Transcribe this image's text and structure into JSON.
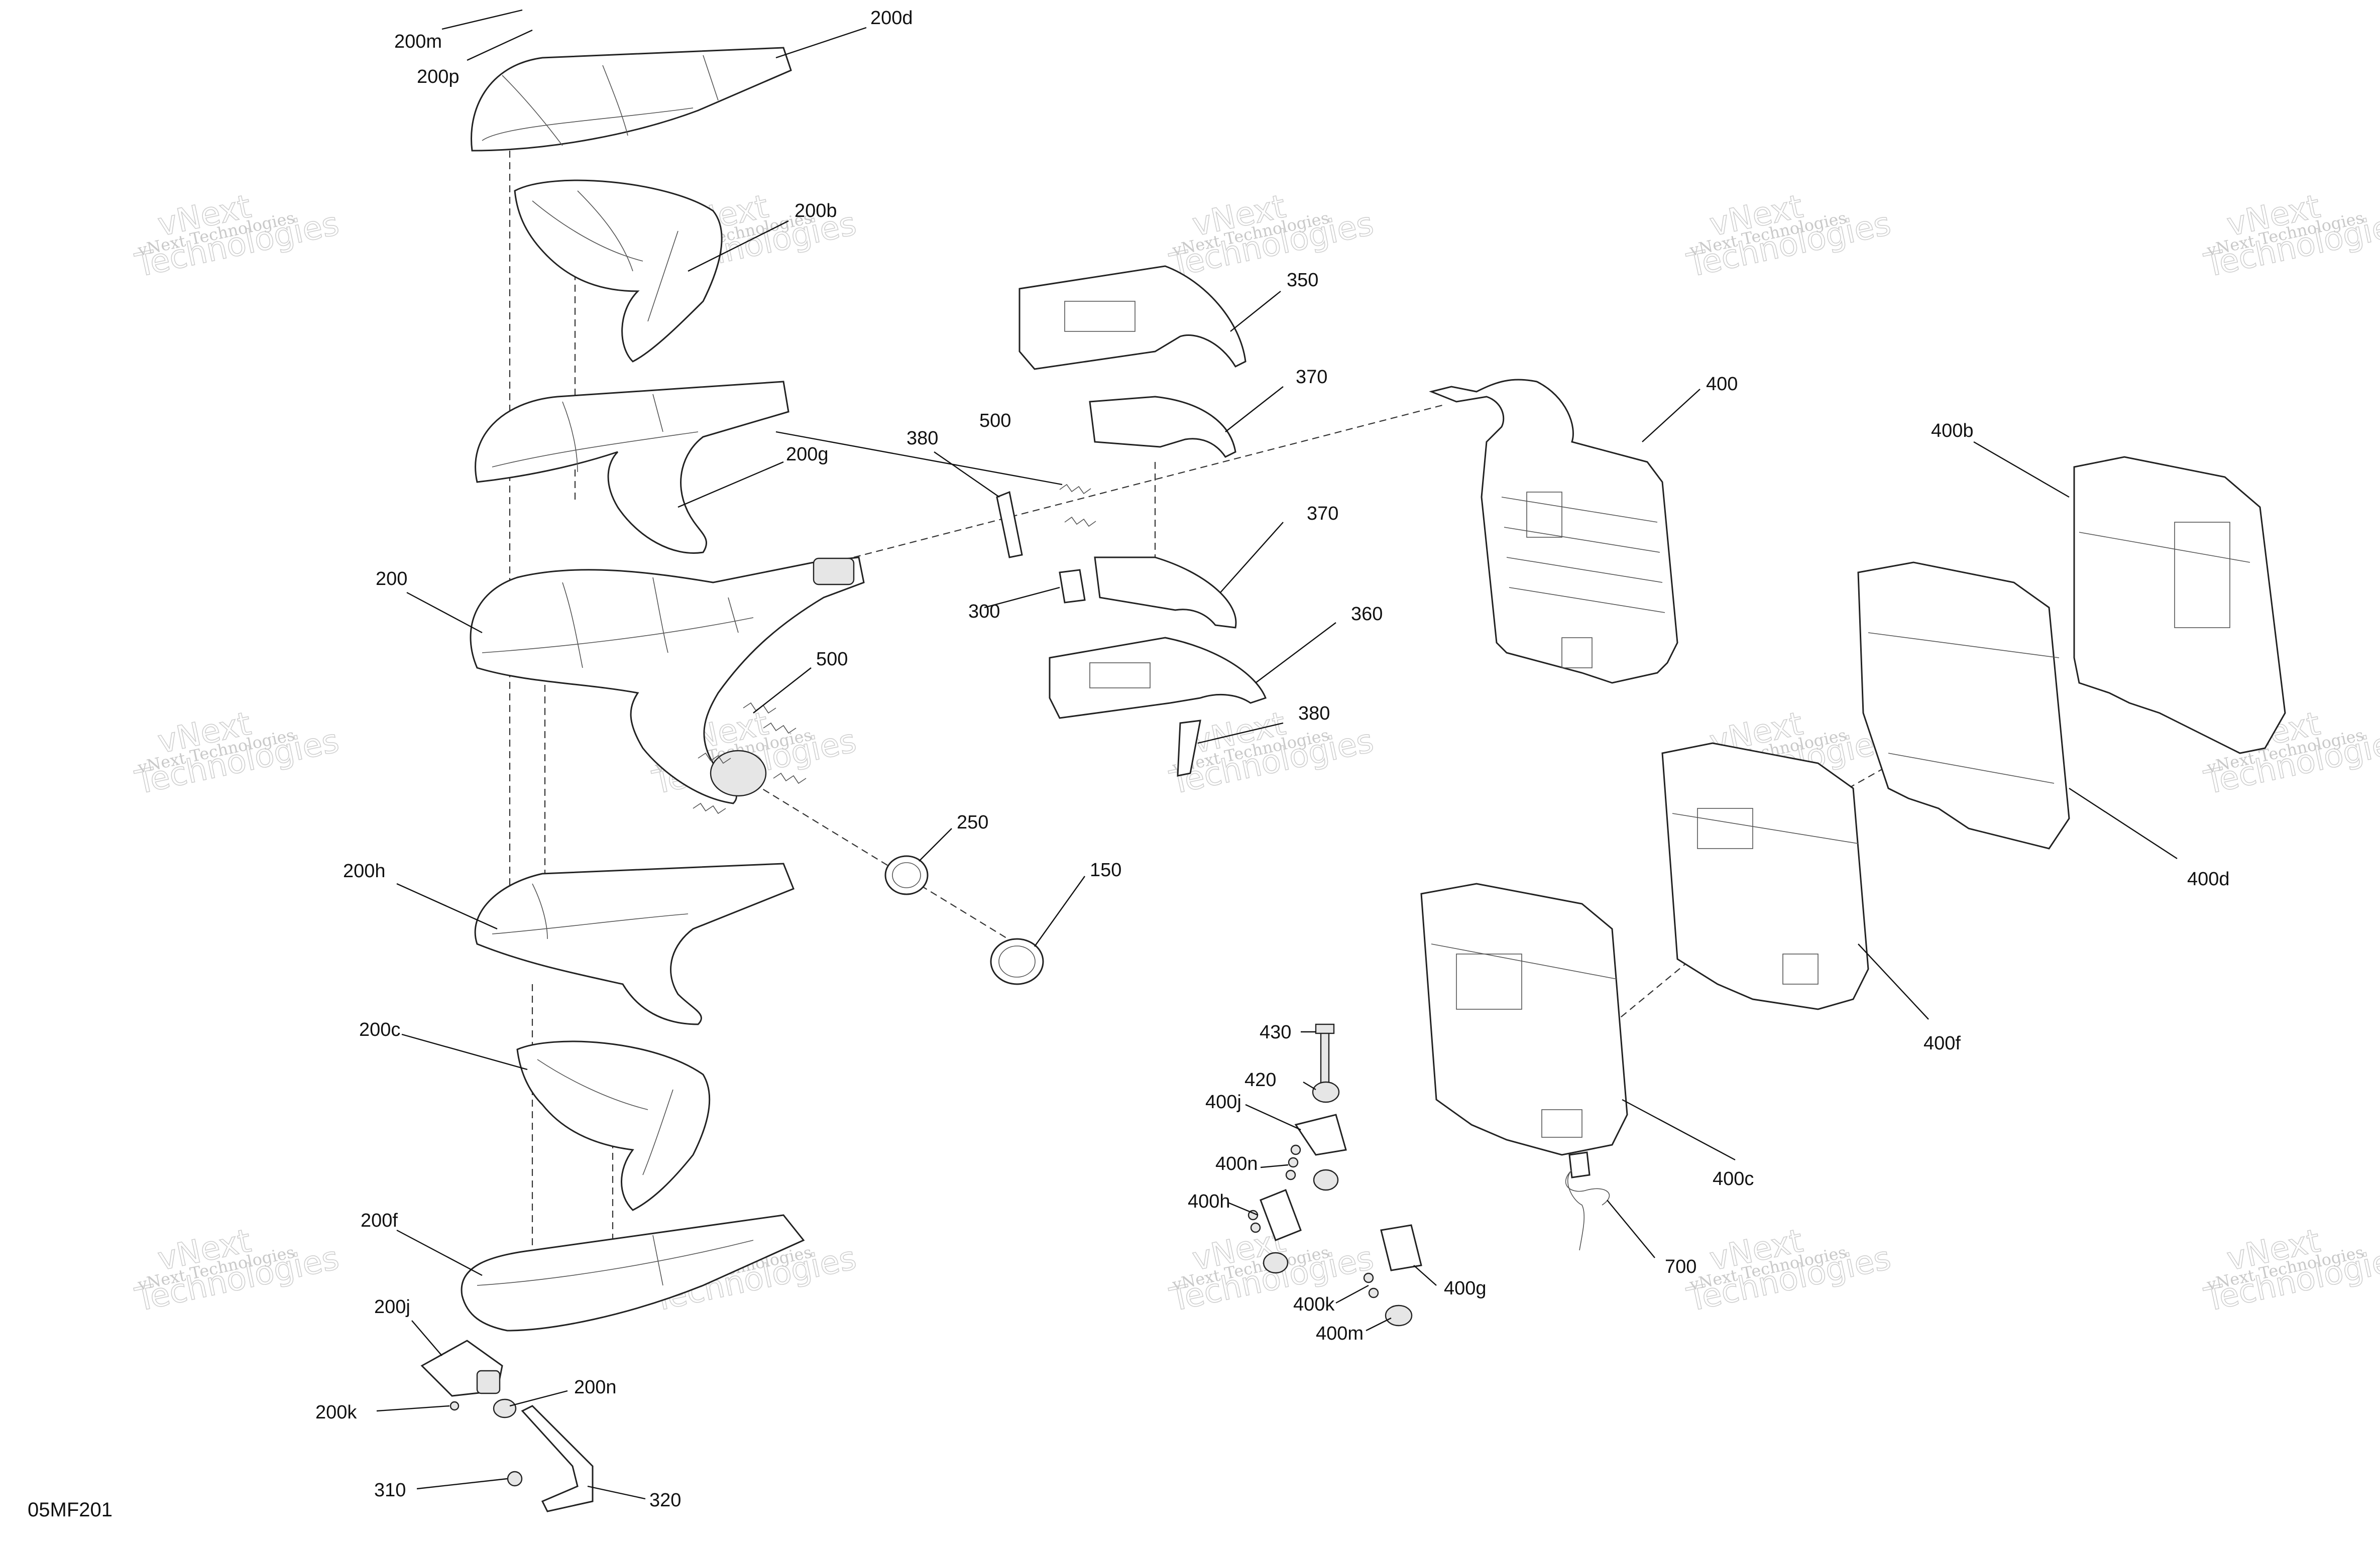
{
  "diagram": {
    "id_label": "05MF201",
    "watermark": {
      "line1": "vNext Technologies",
      "line2": "vNext",
      "line3": "Technologies"
    },
    "callouts": {
      "c200m": "200m",
      "c200p": "200p",
      "c200d": "200d",
      "c200b": "200b",
      "c200g": "200g",
      "c200": "200",
      "c500a": "500",
      "c500b": "500",
      "c200h": "200h",
      "c200c": "200c",
      "c200f": "200f",
      "c200j": "200j",
      "c200k": "200k",
      "c200n": "200n",
      "c310": "310",
      "c320": "320",
      "c250": "250",
      "c150": "150",
      "c350": "350",
      "c370a": "370",
      "c370b": "370",
      "c380a": "380",
      "c380b": "380",
      "c300": "300",
      "c360": "360",
      "c400": "400",
      "c400b": "400b",
      "c400d": "400d",
      "c400f": "400f",
      "c400c": "400c",
      "c430": "430",
      "c420": "420",
      "c400j": "400j",
      "c400n": "400n",
      "c400h": "400h",
      "c400g": "400g",
      "c400k": "400k",
      "c400m": "400m",
      "c700": "700"
    }
  }
}
